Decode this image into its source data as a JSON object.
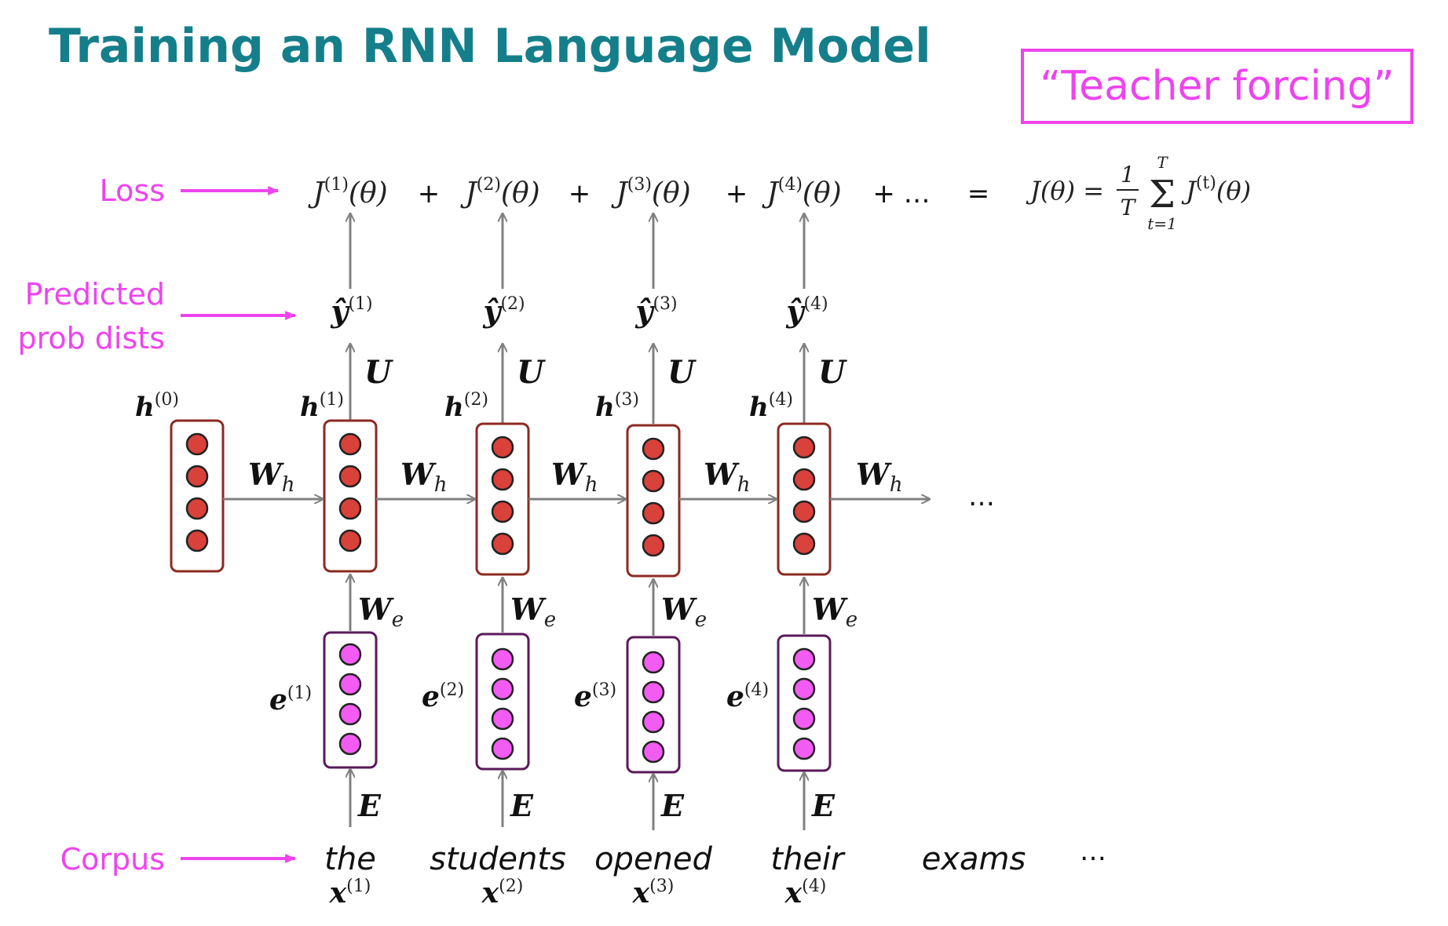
{
  "title": "Training an RNN Language Model",
  "badge": "“Teacher forcing”",
  "side_labels": {
    "loss": "Loss",
    "predicted_line1": "Predicted",
    "predicted_line2": "prob dists",
    "corpus": "Corpus"
  },
  "loss_terms": [
    {
      "base": "J",
      "sup": "(1)",
      "arg": "(θ)"
    },
    {
      "base": "J",
      "sup": "(2)",
      "arg": "(θ)"
    },
    {
      "base": "J",
      "sup": "(3)",
      "arg": "(θ)"
    },
    {
      "base": "J",
      "sup": "(4)",
      "arg": "(θ)"
    }
  ],
  "plus": "+",
  "plus_ellipsis": "+ …",
  "equals": "=",
  "total_formula": {
    "lhs": "J(θ) =",
    "frac_num": "1",
    "frac_den": "T",
    "sigma": "Σ",
    "sum_top": "T",
    "sum_bottom": "t=1",
    "rhs_base": "J",
    "rhs_sup": "(t)",
    "rhs_arg": "(θ)"
  },
  "predictions": [
    {
      "base": "ŷ",
      "sup": "(1)"
    },
    {
      "base": "ŷ",
      "sup": "(2)"
    },
    {
      "base": "ŷ",
      "sup": "(3)"
    },
    {
      "base": "ŷ",
      "sup": "(4)"
    }
  ],
  "output_weight": "U",
  "hidden_labels": [
    {
      "base": "h",
      "sup": "(0)"
    },
    {
      "base": "h",
      "sup": "(1)"
    },
    {
      "base": "h",
      "sup": "(2)"
    },
    {
      "base": "h",
      "sup": "(3)"
    },
    {
      "base": "h",
      "sup": "(4)"
    }
  ],
  "recurrent_weight": {
    "base": "W",
    "sub": "h"
  },
  "embedding_weight": {
    "base": "W",
    "sub": "e"
  },
  "embedding_labels": [
    {
      "base": "e",
      "sup": "(1)"
    },
    {
      "base": "e",
      "sup": "(2)"
    },
    {
      "base": "e",
      "sup": "(3)"
    },
    {
      "base": "e",
      "sup": "(4)"
    }
  ],
  "embedding_matrix": "E",
  "corpus_words": [
    "the",
    "students",
    "opened",
    "their",
    "exams"
  ],
  "input_labels": [
    {
      "base": "x",
      "sup": "(1)"
    },
    {
      "base": "x",
      "sup": "(2)"
    },
    {
      "base": "x",
      "sup": "(3)"
    },
    {
      "base": "x",
      "sup": "(4)"
    }
  ],
  "hidden_ellipsis": "…",
  "corpus_ellipsis": "…",
  "colors": {
    "title": "#147f8a",
    "accent": "#ee44ee",
    "hidden_node": "#d9413b",
    "hidden_border": "#8b2a22",
    "embed_node": "#f25cf2",
    "embed_border": "#5a1a5a",
    "arrow": "#808080"
  }
}
